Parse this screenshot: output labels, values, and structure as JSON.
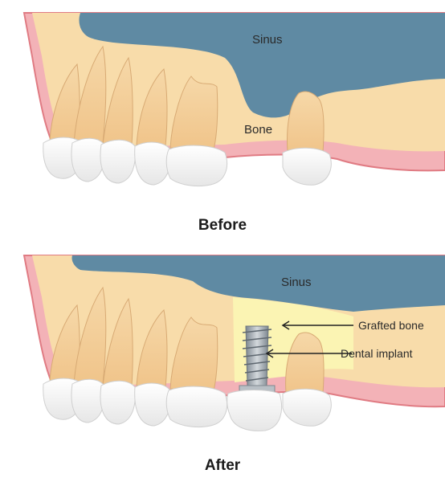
{
  "colors": {
    "background": "#ffffff",
    "sinus": "#5f8aa3",
    "bone": "#f8dcaa",
    "gum_outline": "#e07b83",
    "gum_fill": "#f3b2b7",
    "grafted_bone": "#fbf4b3",
    "tooth_crown": "#f7f7f7",
    "tooth_root": "#f3cf97",
    "implant": "#9aa3ac",
    "label_text": "#2a2a2a"
  },
  "before": {
    "title": "Before",
    "labels": {
      "sinus": "Sinus",
      "bone": "Bone"
    }
  },
  "after": {
    "title": "After",
    "labels": {
      "sinus": "Sinus",
      "grafted_bone": "Grafted bone",
      "dental_implant": "Dental implant"
    }
  }
}
